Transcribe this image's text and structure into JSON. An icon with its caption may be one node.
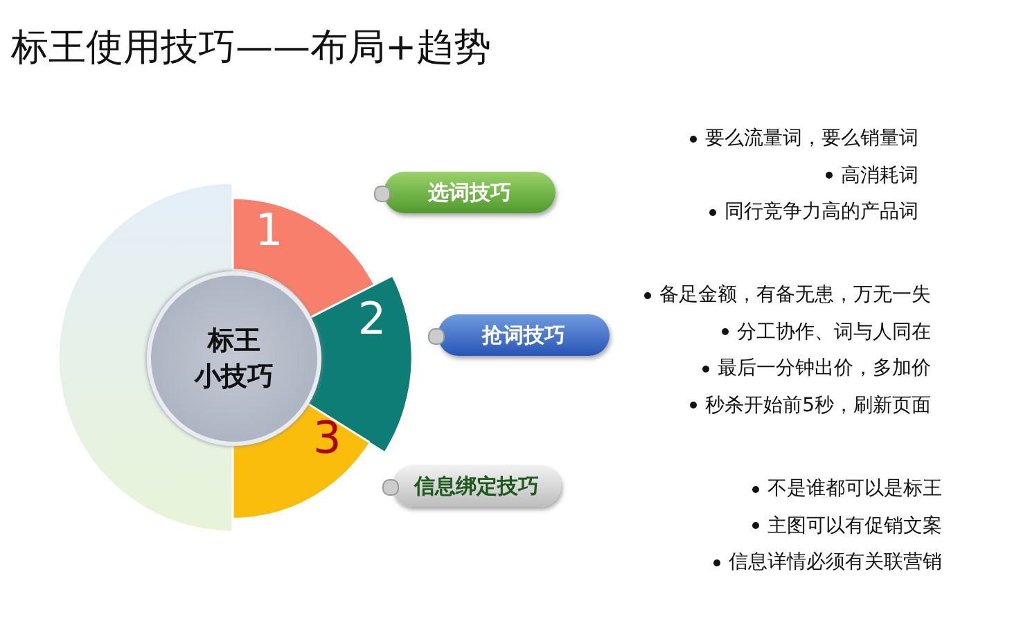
{
  "diagram": {
    "title": "标王使用技巧——布局+趋势",
    "nodes": [
      {
        "text": [
          "标王",
          "小技巧"
        ]
      },
      {
        "text": [
          "1"
        ]
      },
      {
        "text": [
          "2"
        ]
      },
      {
        "text": [
          "3"
        ]
      },
      {
        "text": [
          "选词技巧"
        ],
        "beside": [
          "要么流量词，要么销量词",
          "高消耗词",
          "同行竞争力高的产品词"
        ]
      },
      {
        "text": [
          "抢词技巧"
        ],
        "beside": [
          "备足金额，有备无患，万无一失",
          "分工协作、词与人同在",
          "最后一分钟出价，多加价",
          "秒杀开始前5秒，刷新页面"
        ]
      },
      {
        "text": [
          "信息绑定技巧"
        ],
        "beside": [
          "不是谁都可以是标王",
          "主图可以有促销文案",
          "信息详情必须有关联营销"
        ]
      }
    ],
    "edges": []
  }
}
